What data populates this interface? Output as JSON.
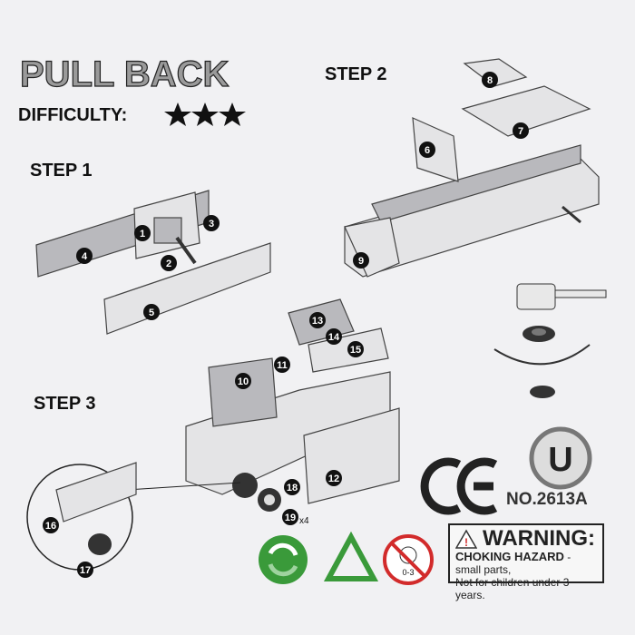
{
  "header": {
    "logo": "PULL BACK",
    "difficulty_label": "DIFFICULTY:",
    "difficulty_stars": 3
  },
  "steps": [
    {
      "label": "STEP 1"
    },
    {
      "label": "STEP 2"
    },
    {
      "label": "STEP 3"
    }
  ],
  "part_numbers": [
    "1",
    "2",
    "3",
    "4",
    "5",
    "6",
    "7",
    "8",
    "9",
    "10",
    "11",
    "12",
    "13",
    "14",
    "15",
    "16",
    "17",
    "18",
    "19"
  ],
  "wheel_quantity": "x4",
  "certification": {
    "ce": "CE",
    "u_mark": "U",
    "model_number": "NO.2613A"
  },
  "warning": {
    "title": "WARNING:",
    "line1_bold": "CHOKING HAZARD",
    "line1_rest": " - small parts,",
    "line2": "Not for children under 3 years."
  },
  "age_label": "0-3",
  "colors": {
    "background": "#f1f1f3",
    "recycle_green": "#3a9a3a",
    "no_symbol_red": "#d22b2b"
  }
}
